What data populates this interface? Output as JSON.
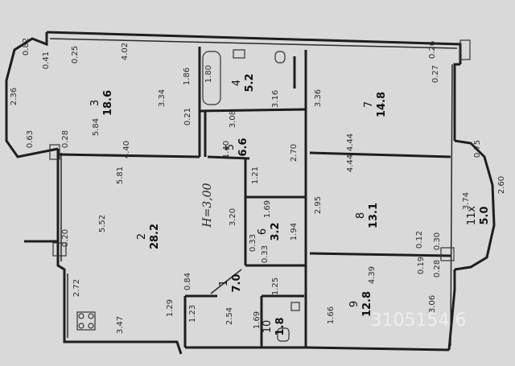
{
  "rooms": [
    {
      "num": "3",
      "area": "18.6"
    },
    {
      "num": "4",
      "area": "5.2"
    },
    {
      "num": "7",
      "area": "14.8"
    },
    {
      "num": "5",
      "area": "6.6"
    },
    {
      "num": "2",
      "area": "28.2"
    },
    {
      "num": "6",
      "area": "3.2"
    },
    {
      "num": "8",
      "area": "13.1"
    },
    {
      "num": "11x",
      "area": "5.0"
    },
    {
      "num": "1",
      "area": "7.0"
    },
    {
      "num": "10",
      "area": "1.8"
    },
    {
      "num": "9",
      "area": "12.8"
    }
  ],
  "height_label": "H=3,00",
  "dims": [
    "0.82",
    "0.41",
    "0.25",
    "4.02",
    "2.36",
    "3.34",
    "1.86",
    "1.80",
    "0.63",
    "0.28",
    "5.84",
    "0.21",
    "3.16",
    "3.08",
    "4.40",
    "1.40",
    "0.26",
    "0.27",
    "3.36",
    "4.44",
    "4.44",
    "0.75",
    "2.70",
    "2.60",
    "5.81",
    "1.21",
    "3.74",
    "1.69",
    "3.20",
    "2.95",
    "0.20",
    "5.52",
    "0.33",
    "1.94",
    "0.12",
    "0.30",
    "2.72",
    "0.84",
    "0.33",
    "0.19",
    "0.28",
    "4.39",
    "1.25",
    "2.54",
    "1.29",
    "1.23",
    "1.69",
    "1.66",
    "3.06",
    "3.47"
  ],
  "watermark": "3105154 6"
}
